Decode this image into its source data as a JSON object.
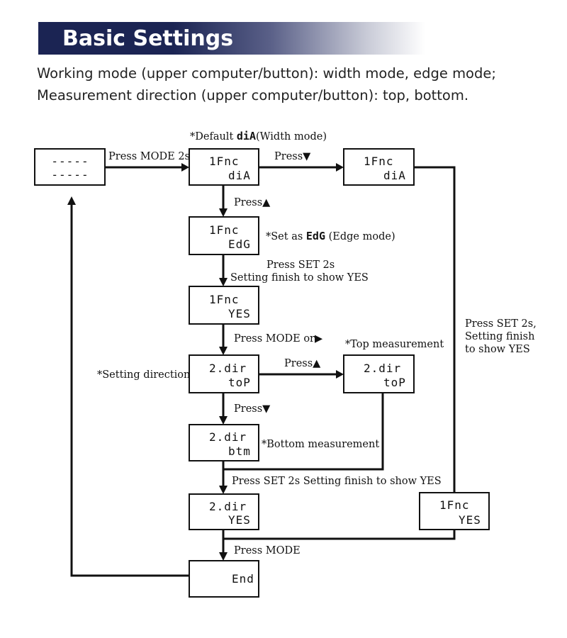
{
  "header": {
    "title": "Basic Settings",
    "line1": "Working mode (upper computer/button): width mode, edge mode;",
    "line2": "Measurement direction (upper computer/button): top, bottom."
  },
  "displays": {
    "start": {
      "top": "-----",
      "bottom": "-----"
    },
    "fnc_width": {
      "top": "1Fnc",
      "bottom": "diA"
    },
    "fnc_width_alt": {
      "top": "1Fnc",
      "bottom": "diA"
    },
    "fnc_edge": {
      "top": "1Fnc",
      "bottom": "EdG"
    },
    "fnc_yes": {
      "top": "1Fnc",
      "bottom": "YES"
    },
    "dir_top": {
      "top": "2.dir",
      "bottom": "toP"
    },
    "dir_top_alt": {
      "top": "2.dir",
      "bottom": "toP"
    },
    "dir_bottom": {
      "top": "2.dir",
      "bottom": "btm"
    },
    "dir_yes": {
      "top": "2.dir",
      "bottom": "YES"
    },
    "fnc_yes_right": {
      "top": "1Fnc",
      "bottom": "YES"
    },
    "end": {
      "top": "",
      "bottom": "End"
    }
  },
  "labels": {
    "default_prefix": "*Default ",
    "default_code": "diA",
    "default_suffix": "(Width mode)",
    "press_mode_2s": "Press MODE 2s",
    "press_down_1": "Press▼",
    "press_up_1": "Press▲",
    "set_as_prefix": "*Set as ",
    "set_as_code": "EdG",
    "set_as_suffix": " (Edge mode)",
    "press_set_2s": "Press SET 2s",
    "setting_finish_yes": "Setting finish to show YES",
    "press_mode_or_right": "Press MODE or▶",
    "top_measurement": "*Top measurement",
    "setting_direction": "*Setting direction",
    "press_up_2": "Press▲",
    "press_down_2": "Press▼",
    "bottom_measurement": "*Bottom measurement",
    "press_set_2s_finish": "Press SET 2s Setting finish to show YES",
    "right_line1": "Press SET 2s,",
    "right_line2": "Setting finish",
    "right_line3": "to show YES",
    "press_mode": "Press MODE"
  }
}
